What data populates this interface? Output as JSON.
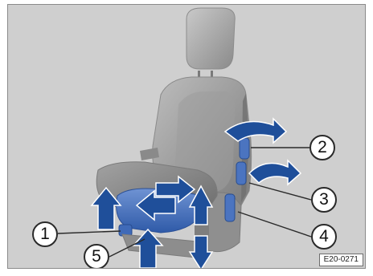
{
  "callouts": [
    {
      "id": "1",
      "label": "1"
    },
    {
      "id": "2",
      "label": "2"
    },
    {
      "id": "3",
      "label": "3"
    },
    {
      "id": "4",
      "label": "4"
    },
    {
      "id": "5",
      "label": "5"
    }
  ],
  "figure_code": "E20-0271",
  "colors": {
    "background": "#cfcfcf",
    "seat_light": "#a9a9a9",
    "seat_dark": "#6e6e6e",
    "highlight_blue": "#3f6ab8",
    "arrow_fill": "#1f4f9a",
    "arrow_stroke": "#ffffff"
  }
}
